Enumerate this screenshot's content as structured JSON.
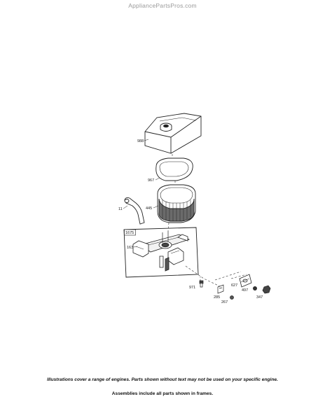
{
  "watermark": "AppliancePartsPros.com",
  "parts": {
    "p988": "988",
    "p967": "967",
    "p11": "11",
    "p445": "445",
    "p1675": "1675",
    "p163": "163",
    "p971": "971",
    "p285": "285",
    "p267": "267",
    "p627": "627",
    "p497": "497",
    "p347": "347"
  },
  "notes": {
    "line1": "Illustrations cover a range of engines. Parts shown without text may not be used on your specific engine.",
    "line2": "Assemblies include all parts shown in frames."
  }
}
